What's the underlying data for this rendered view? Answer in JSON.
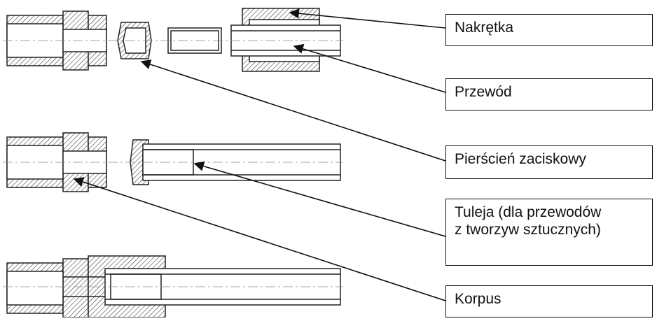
{
  "labels": {
    "nut": "Nakrętka",
    "tube": "Przewód",
    "ferrule": "Pierścień zaciskowy",
    "insert_line1": "Tuleja (dla przewodów",
    "insert_line2": "z tworzyw sztucznych)",
    "body": "Korpus"
  },
  "colors": {
    "line": "#222222",
    "hatch": "#444444",
    "center": "#888888",
    "background": "#ffffff"
  }
}
